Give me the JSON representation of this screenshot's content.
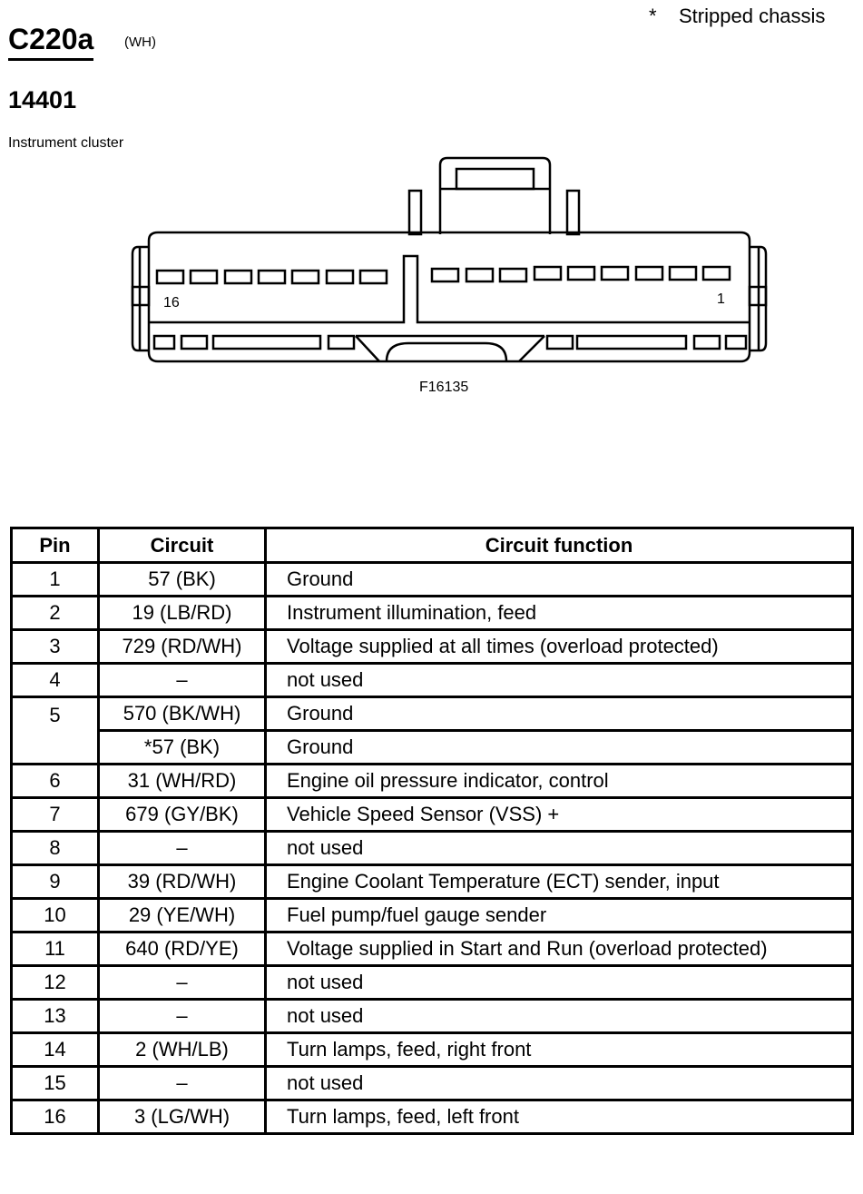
{
  "note": "*    Stripped chassis",
  "connector": {
    "id": "C220a",
    "color": "(WH)"
  },
  "part_number": "14401",
  "component": "Instrument cluster",
  "diagram": {
    "pin_left": "16",
    "pin_right": "1",
    "figure_id": "F16135"
  },
  "table": {
    "headers": {
      "pin": "Pin",
      "circuit": "Circuit",
      "function": "Circuit function"
    },
    "rows": [
      {
        "pin": "1",
        "circuit": "57 (BK)",
        "function": "Ground"
      },
      {
        "pin": "2",
        "circuit": "19 (LB/RD)",
        "function": "Instrument illumination, feed"
      },
      {
        "pin": "3",
        "circuit": "729 (RD/WH)",
        "function": "Voltage supplied at all times (overload protected)"
      },
      {
        "pin": "4",
        "circuit": "–",
        "function": "not used"
      },
      {
        "pin": "5",
        "circuit": "570 (BK/WH)",
        "function": "Ground"
      },
      {
        "pin": "",
        "circuit": "*57 (BK)",
        "function": "Ground"
      },
      {
        "pin": "6",
        "circuit": "31 (WH/RD)",
        "function": "Engine oil pressure indicator, control"
      },
      {
        "pin": "7",
        "circuit": "679 (GY/BK)",
        "function": "Vehicle Speed Sensor (VSS) +"
      },
      {
        "pin": "8",
        "circuit": "–",
        "function": "not used"
      },
      {
        "pin": "9",
        "circuit": "39 (RD/WH)",
        "function": "Engine Coolant Temperature (ECT) sender, input"
      },
      {
        "pin": "10",
        "circuit": "29 (YE/WH)",
        "function": "Fuel pump/fuel gauge sender"
      },
      {
        "pin": "11",
        "circuit": "640 (RD/YE)",
        "function": "Voltage supplied in Start and Run (overload protected)"
      },
      {
        "pin": "12",
        "circuit": "–",
        "function": "not used"
      },
      {
        "pin": "13",
        "circuit": "–",
        "function": "not used"
      },
      {
        "pin": "14",
        "circuit": "2 (WH/LB)",
        "function": "Turn lamps, feed, right front"
      },
      {
        "pin": "15",
        "circuit": "–",
        "function": "not used"
      },
      {
        "pin": "16",
        "circuit": "3 (LG/WH)",
        "function": "Turn lamps, feed, left front"
      }
    ]
  }
}
